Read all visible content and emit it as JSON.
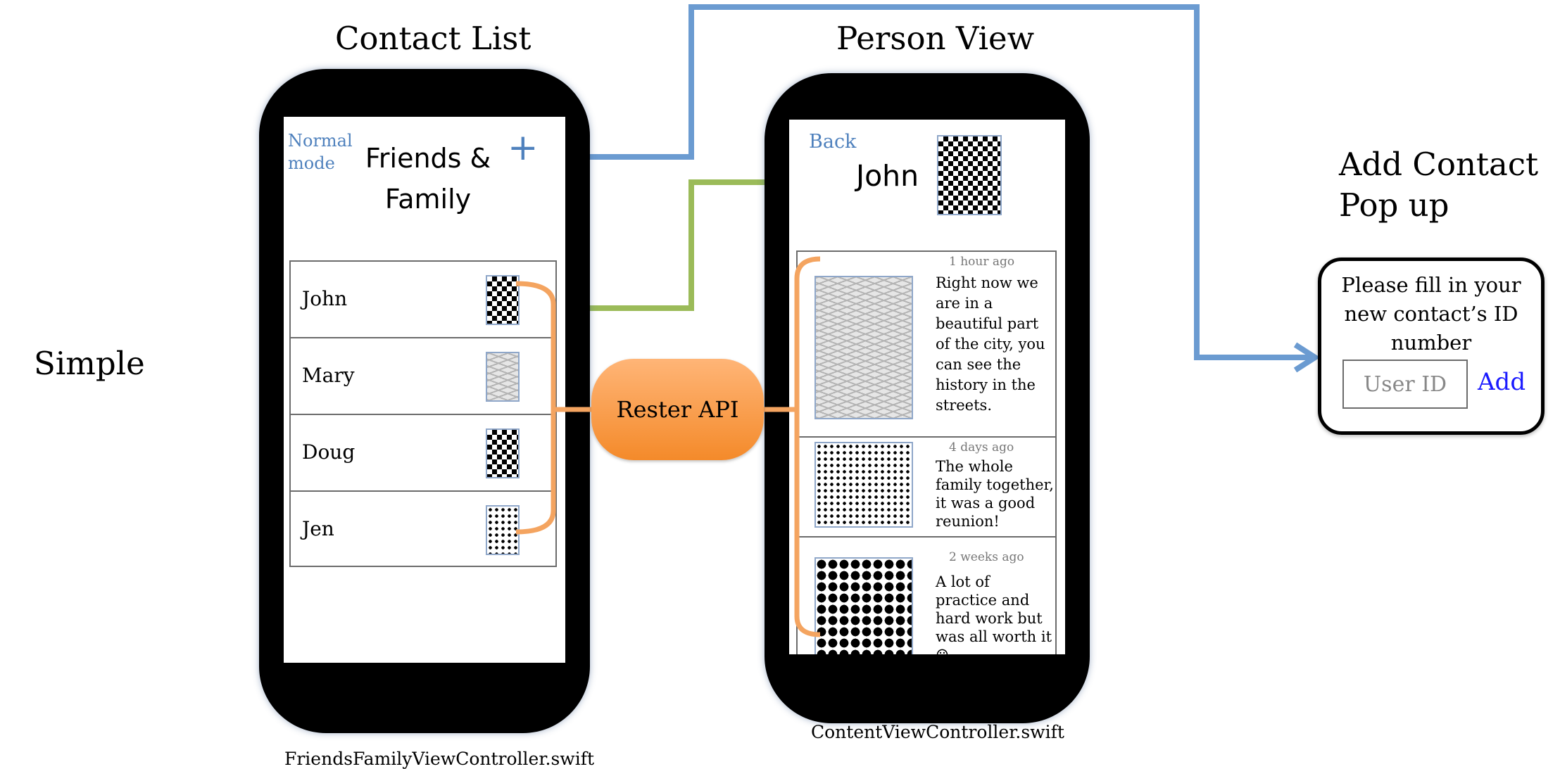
{
  "side_label": "Simple",
  "contact_list": {
    "heading": "Contact List",
    "mode_link": "Normal\nmode",
    "title": "Friends &\nFamily",
    "add_icon": "+",
    "contacts": [
      {
        "name": "John",
        "pattern": "check"
      },
      {
        "name": "Mary",
        "pattern": "zigzag"
      },
      {
        "name": "Doug",
        "pattern": "check"
      },
      {
        "name": "Jen",
        "pattern": "dots"
      }
    ],
    "filename": "FriendsFamilyViewController.swift"
  },
  "api_label": "Rester API",
  "person_view": {
    "heading": "Person View",
    "back_label": "Back",
    "name": "John",
    "posts": [
      {
        "time": "1 hour ago",
        "text": "Right now we are in a beautiful part of the city, you can see the history in the streets.",
        "pattern": "zigzag"
      },
      {
        "time": "4 days ago",
        "text": "The whole family together, it was a good reunion!",
        "pattern": "dots"
      },
      {
        "time": "2 weeks ago",
        "text": "A lot of practice and hard work but was all worth it ☺",
        "pattern": "bigdots"
      }
    ],
    "filename": "ContentViewController.swift"
  },
  "add_contact": {
    "heading": "Add Contact\nPop up",
    "prompt": "Please fill in your new contact’s ID number",
    "input_placeholder": "User ID",
    "add_button": "Add"
  },
  "colors": {
    "link_blue": "#4f81bd",
    "connector_blue": "#6b9bd1",
    "connector_green": "#9bbb59",
    "bracket_orange": "#f4a460",
    "add_button_blue": "#1a1aff"
  },
  "icons": [
    "plus-icon",
    "arrow-right-icon",
    "smiley-icon"
  ]
}
